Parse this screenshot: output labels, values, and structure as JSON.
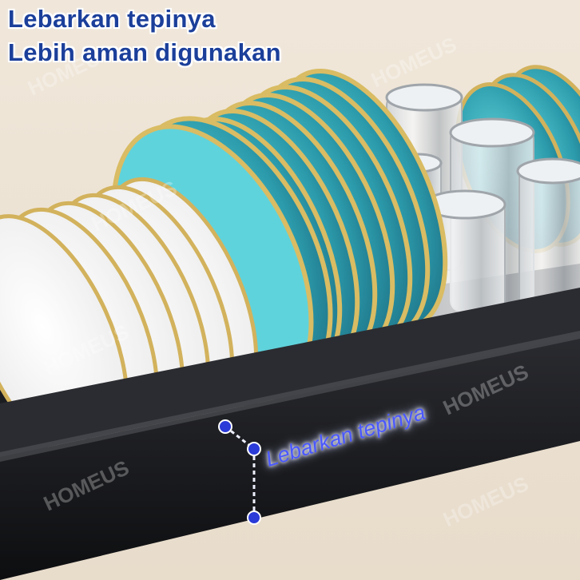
{
  "headline": {
    "line1": "Lebarkan tepinya",
    "line2": "Lebih aman digunakan"
  },
  "annotation": {
    "label": "Lebarkan tepinya"
  },
  "watermark": {
    "text": "HOMEUS"
  },
  "colors": {
    "headline": "#1b3f9a",
    "annotation": "#4a58ff",
    "rack": "#16171a",
    "plate_teal": "#2a8fa0",
    "plate_white": "#fbfbfb",
    "plate_rim": "#d2b25c",
    "background": "#efe6d9"
  }
}
